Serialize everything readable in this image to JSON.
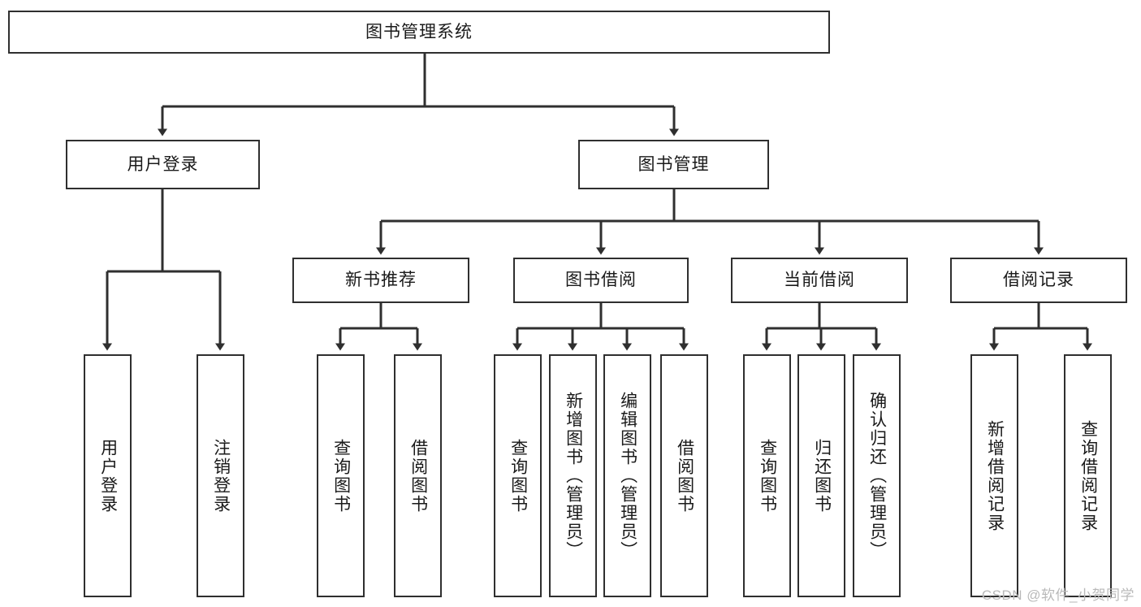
{
  "diagram": {
    "type": "hierarchy-tree",
    "root": {
      "label": "图书管理系统"
    },
    "level2": [
      {
        "label": "用户登录"
      },
      {
        "label": "图书管理"
      }
    ],
    "level3": [
      {
        "label": "新书推荐"
      },
      {
        "label": "图书借阅"
      },
      {
        "label": "当前借阅"
      },
      {
        "label": "借阅记录"
      }
    ],
    "leaves": {
      "user_login": [
        {
          "label": "用户登录"
        },
        {
          "label": "注销登录"
        }
      ],
      "new_book_recommend": [
        {
          "label": "查询图书"
        },
        {
          "label": "借阅图书"
        }
      ],
      "book_borrow": [
        {
          "label": "查询图书"
        },
        {
          "label": "新增图书（管理员）"
        },
        {
          "label": "编辑图书（管理员）"
        },
        {
          "label": "借阅图书"
        }
      ],
      "current_borrow": [
        {
          "label": "查询图书"
        },
        {
          "label": "归还图书"
        },
        {
          "label": "确认归还（管理员）"
        }
      ],
      "borrow_record": [
        {
          "label": "新增借阅记录"
        },
        {
          "label": "查询借阅记录"
        }
      ]
    }
  },
  "watermark": {
    "text": "CSDN @软件_小贺同学"
  },
  "colors": {
    "border": "#2f2f2f",
    "text": "#1a1a1a",
    "background": "#ffffff",
    "watermark": "#b9b9b9"
  }
}
